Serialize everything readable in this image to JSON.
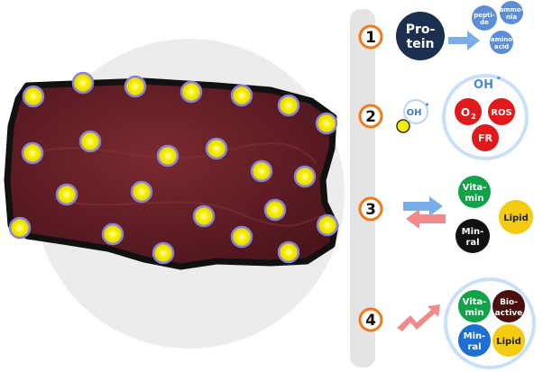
{
  "steps": [
    {
      "number": "1"
    },
    {
      "number": "2"
    },
    {
      "number": "3"
    },
    {
      "number": "4"
    }
  ],
  "step1": {
    "protein": [
      "Pro-",
      "tein"
    ],
    "peptide": [
      "pepti-",
      "de"
    ],
    "ammonia": [
      "ammo-",
      "nia"
    ],
    "amino_acid": [
      "amino",
      "acid"
    ]
  },
  "step2": {
    "oh_small": "OH",
    "oh_big": "OH",
    "o2": "O",
    "o2_sub": "2",
    "ros": "ROS",
    "fr": "FR"
  },
  "step3": {
    "vitamin": [
      "Vita-",
      "min"
    ],
    "lipid": "Lipid",
    "mineral": [
      "Min-",
      "ral"
    ]
  },
  "step4": {
    "vitamin": [
      "Vita-",
      "min"
    ],
    "bioactive": [
      "Bio-",
      "active"
    ],
    "mineral": [
      "Min-",
      "ral"
    ],
    "lipid": "Lipid"
  },
  "colors": {
    "protein": "#1b2f4e",
    "small_blue": "#5b8ed6",
    "radical_red": "#e01a1a",
    "vitamin_green": "#12a24a",
    "lipid_yellow": "#f3cb12",
    "mineral_black": "#111111",
    "bioactive": "#4a1010",
    "mineral_blue": "#1d6fd0",
    "step_orange": "#f07a1a",
    "meat": "#6a2028",
    "dot_yellow": "#f0e800"
  }
}
